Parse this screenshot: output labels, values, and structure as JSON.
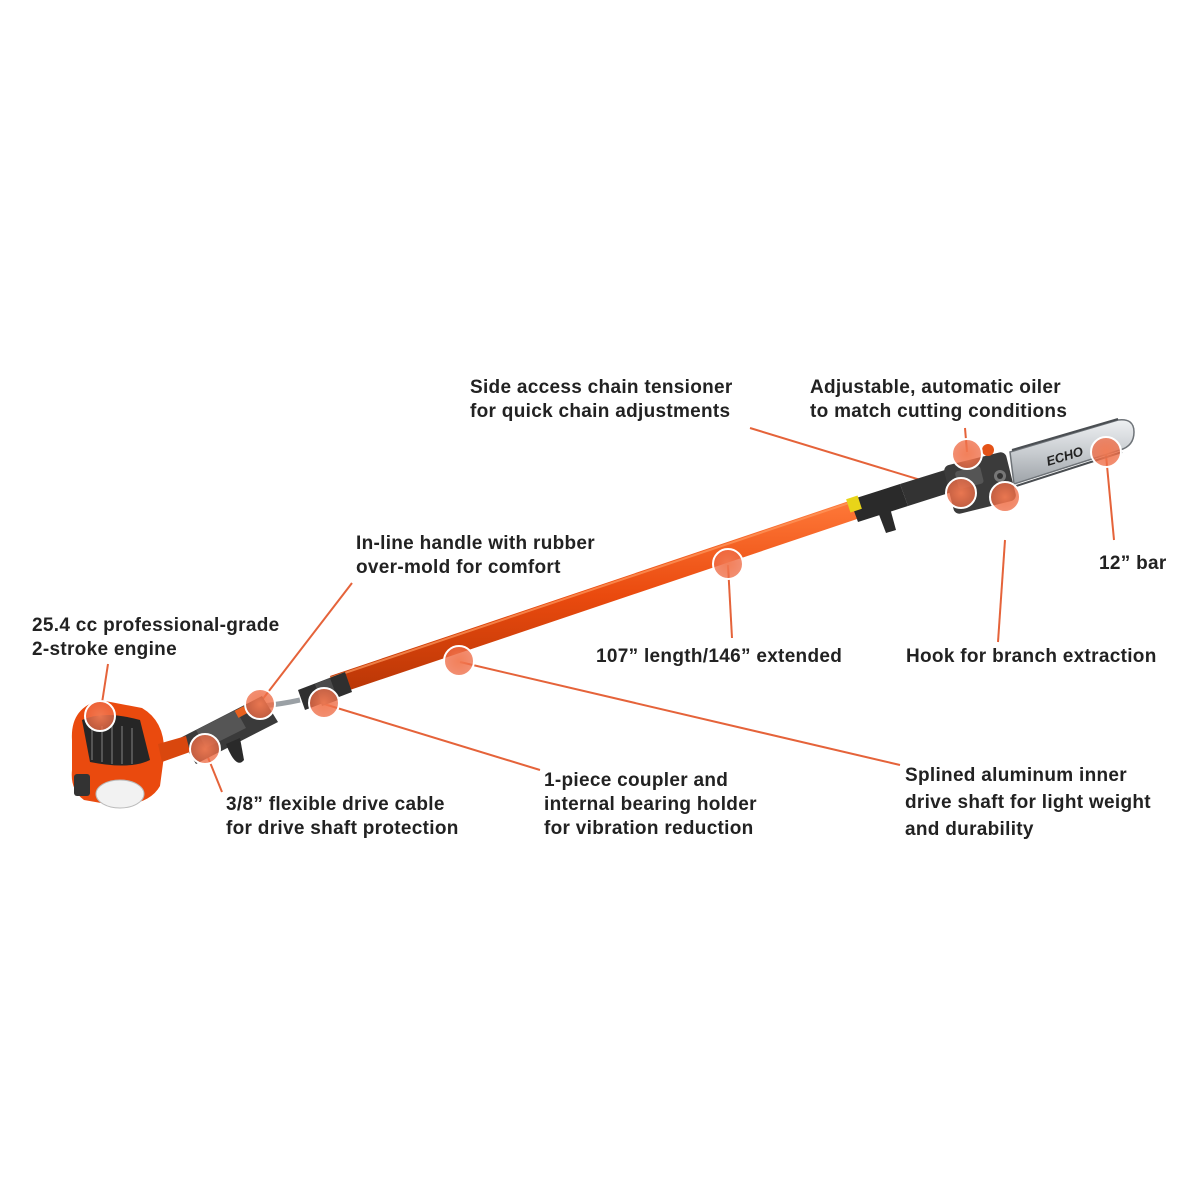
{
  "product": {
    "brand_mark": "ECHO",
    "colors": {
      "body_orange": "#ea4a0e",
      "callout_line": "#e5633a",
      "callout_dot": "#ee6a44",
      "grip_dark": "#3a3a3a",
      "bar_silver": "#cfd3d6"
    }
  },
  "callouts": [
    {
      "id": "chain-tensioner",
      "lines": [
        "Side access chain tensioner",
        "for quick chain adjustments"
      ]
    },
    {
      "id": "auto-oiler",
      "lines": [
        "Adjustable, automatic oiler",
        "to match cutting conditions"
      ]
    },
    {
      "id": "inline-handle",
      "lines": [
        "In-line handle with rubber",
        "over-mold for comfort"
      ]
    },
    {
      "id": "engine",
      "lines": [
        "25.4 cc professional-grade",
        "2-stroke engine"
      ]
    },
    {
      "id": "bar",
      "lines": [
        "12” bar"
      ]
    },
    {
      "id": "length",
      "lines": [
        "107” length/146” extended"
      ]
    },
    {
      "id": "hook",
      "lines": [
        "Hook for branch extraction"
      ]
    },
    {
      "id": "drive-cable",
      "lines": [
        "3/8” flexible drive cable",
        "for drive shaft protection"
      ]
    },
    {
      "id": "coupler",
      "lines": [
        "1-piece coupler and",
        "internal bearing holder",
        "for vibration reduction"
      ]
    },
    {
      "id": "drive-shaft",
      "lines": [
        "Splined aluminum inner",
        "drive shaft for light weight",
        "and durability"
      ]
    }
  ]
}
